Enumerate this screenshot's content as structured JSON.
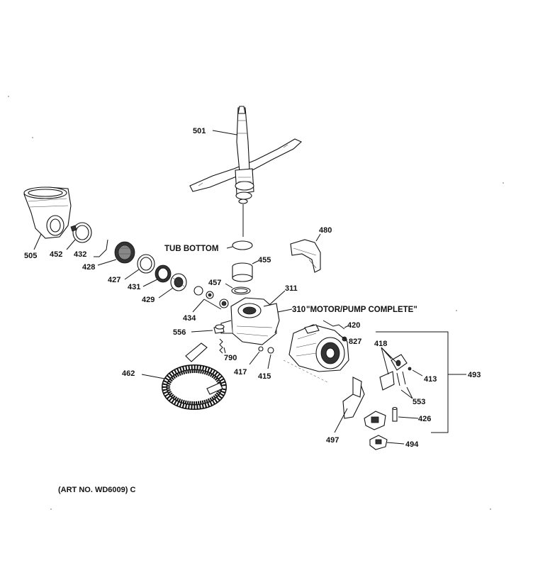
{
  "labels": {
    "p501": "501",
    "p505": "505",
    "p452": "452",
    "p432": "432",
    "p428": "428",
    "p427": "427",
    "p431": "431",
    "p429": "429",
    "p434": "434",
    "p556": "556",
    "p790": "790",
    "p462": "462",
    "p417": "417",
    "p415": "415",
    "p457": "457",
    "p455": "455",
    "p480": "480",
    "p311": "311",
    "p420": "420",
    "p827": "827",
    "p418": "418",
    "p413": "413",
    "p493": "493",
    "p553": "553",
    "p426": "426",
    "p497": "497",
    "p494": "494"
  },
  "callouts": {
    "tub_bottom": "TUB BOTTOM",
    "motor_pump_number": "310",
    "motor_pump_text": "\"MOTOR/PUMP COMPLETE\""
  },
  "art_no": "(ART NO. WD6009) C"
}
